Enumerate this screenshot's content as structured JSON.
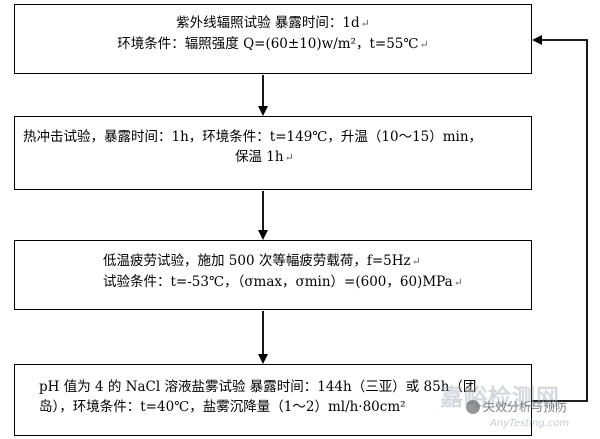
{
  "steps": [
    {
      "line1": "紫外线辐照试验  暴露时间：1d",
      "line2": "环境条件：辐照强度 Q=(60±10)w/m²，t=55℃"
    },
    {
      "line1": "热冲击试验，暴露时间：1h，环境条件：t=149℃，升温（10～15）min，",
      "line2": "保温 1h"
    },
    {
      "line1": "低温疲劳试验，施加 500 次等幅疲劳载荷，f=5Hz",
      "line2": "试验条件：t=-53℃，（σmax，σmin）=(600，60)MPa"
    },
    {
      "line1": "pH 值为 4 的 NaCl 溶液盐雾试验  暴露时间：144h（三亚）或 85h（团",
      "line2": "岛），环境条件：t=40℃，盐雾沉降量（1～2）ml/h·80cm²"
    }
  ],
  "return_mark": "↵",
  "watermark": {
    "logo_text": "嘉峪检测网",
    "badge_text": "失效分析与预防",
    "url_text": "AnyTesting.com"
  }
}
